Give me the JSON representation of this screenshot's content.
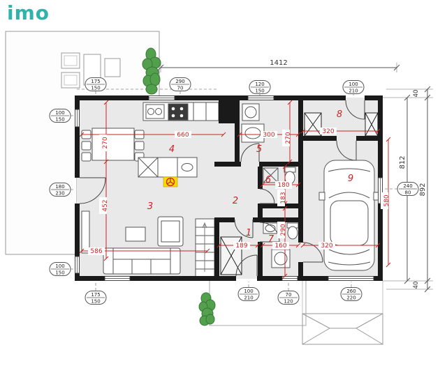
{
  "logo": {
    "text": "imo"
  },
  "colors": {
    "accent_teal": "#2fb3ab",
    "dimension_red": "#cc2222",
    "wall_black": "#1a1a1a",
    "floor_gray": "#e9e9e9",
    "plant_green": "#4a9c43",
    "marker_yellow": "#ffd900"
  },
  "dims": {
    "total_width": "1412",
    "height_inner": "812",
    "height_outer": "892",
    "offset_top": "40",
    "offset_bottom": "40"
  },
  "red_dims": {
    "kitchen_width": "660",
    "room5_width": "300",
    "room8_width": "320",
    "kitchen_depth": "270",
    "living_depth": "452",
    "room5_depth": "270",
    "wc_width": "180",
    "wc_depth": "183",
    "bath_depth": "290",
    "hall_width": "189",
    "bath_width": "160",
    "garage_width": "320",
    "living_width": "586",
    "garage_depth": "580"
  },
  "rooms": [
    "1",
    "2",
    "3",
    "4",
    "5",
    "6",
    "7",
    "8",
    "9"
  ],
  "openings": [
    {
      "w": "175",
      "h": "150"
    },
    {
      "w": "290",
      "h": "70"
    },
    {
      "w": "120",
      "h": "150"
    },
    {
      "w": "100",
      "h": "210"
    },
    {
      "w": "100",
      "h": "150"
    },
    {
      "w": "180",
      "h": "230"
    },
    {
      "w": "240",
      "h": "80"
    },
    {
      "w": "100",
      "h": "150"
    },
    {
      "w": "175",
      "h": "150"
    },
    {
      "w": "100",
      "h": "210"
    },
    {
      "w": "70",
      "h": "120"
    },
    {
      "w": "260",
      "h": "220"
    }
  ]
}
